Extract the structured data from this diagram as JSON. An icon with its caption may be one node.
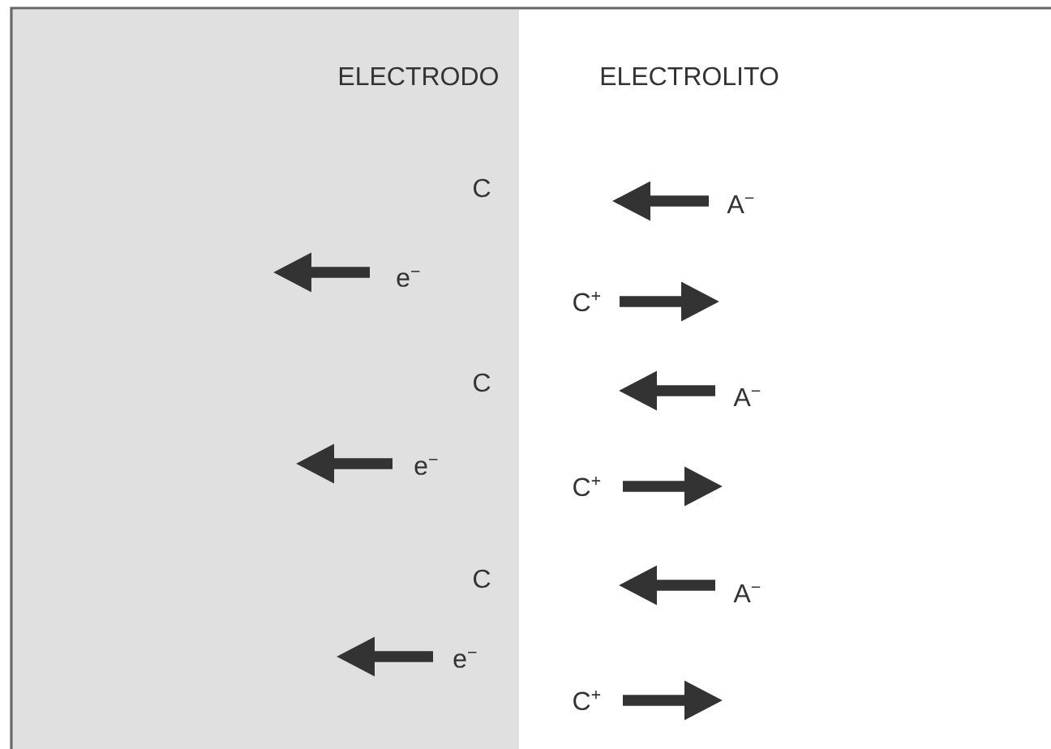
{
  "diagram": {
    "nodes": [
      {
        "text": [
          "ELECTRODO"
        ]
      }
    ],
    "labels": [
      "ELECTROLITO",
      "C",
      "A$^{−}$",
      "e$^{−}$",
      "C$^{+}$",
      "C",
      "A$^{−}$",
      "e$^{−}$",
      "C$^{+}$",
      "C",
      "A$^{−}$",
      "e$^{−}$",
      "C$^{+}$"
    ]
  }
}
